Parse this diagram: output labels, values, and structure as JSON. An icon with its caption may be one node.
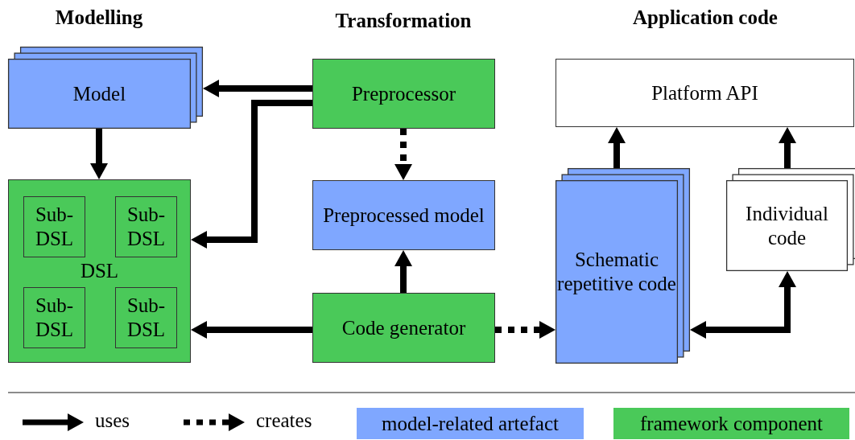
{
  "diagram": {
    "nodes": [
      {
        "text": [
          "Model"
        ]
      },
      {
        "text": [
          "DSL"
        ]
      },
      {
        "text": [
          "Sub- DSL"
        ],
        "in": 1
      },
      {
        "text": [
          "Sub- DSL"
        ],
        "in": 1
      },
      {
        "text": [
          "Sub- DSL"
        ],
        "in": 1
      },
      {
        "text": [
          "Sub- DSL"
        ],
        "in": 1
      },
      {
        "text": [
          "Preprocessor"
        ]
      },
      {
        "text": [
          "Preprocessed model"
        ]
      },
      {
        "text": [
          "Code generator"
        ]
      },
      {
        "text": [
          "Platform API"
        ]
      },
      {
        "text": [
          "Schematic repetitive code"
        ]
      },
      {
        "text": [
          "Individual code"
        ]
      }
    ],
    "edges": [
      {
        "from": 6,
        "to": 0,
        "arrow": "to"
      },
      {
        "from": 6,
        "to": 1,
        "arrow": "to"
      },
      {
        "from": 0,
        "to": 1,
        "arrow": "to"
      },
      {
        "from": 6,
        "to": 7,
        "arrow": "to",
        "style": "dashed"
      },
      {
        "from": 8,
        "to": 7,
        "arrow": "to"
      },
      {
        "from": 8,
        "to": 1,
        "arrow": "to"
      },
      {
        "from": 8,
        "to": 10,
        "arrow": "to",
        "style": "dashed"
      },
      {
        "from": 10,
        "to": 9,
        "arrow": "to"
      },
      {
        "from": 11,
        "to": 9,
        "arrow": "to"
      },
      {
        "from": 10,
        "to": 11,
        "arrow": "both"
      }
    ],
    "labels": [
      "Modelling",
      "Transformation",
      "Application code"
    ],
    "legend": [
      {
        "text": "uses"
      },
      {
        "text": "creates"
      },
      {
        "text": "model-related artefact",
        "color": "#7fa7ff"
      },
      {
        "text": "framework component",
        "color": "#4ac959"
      }
    ]
  }
}
